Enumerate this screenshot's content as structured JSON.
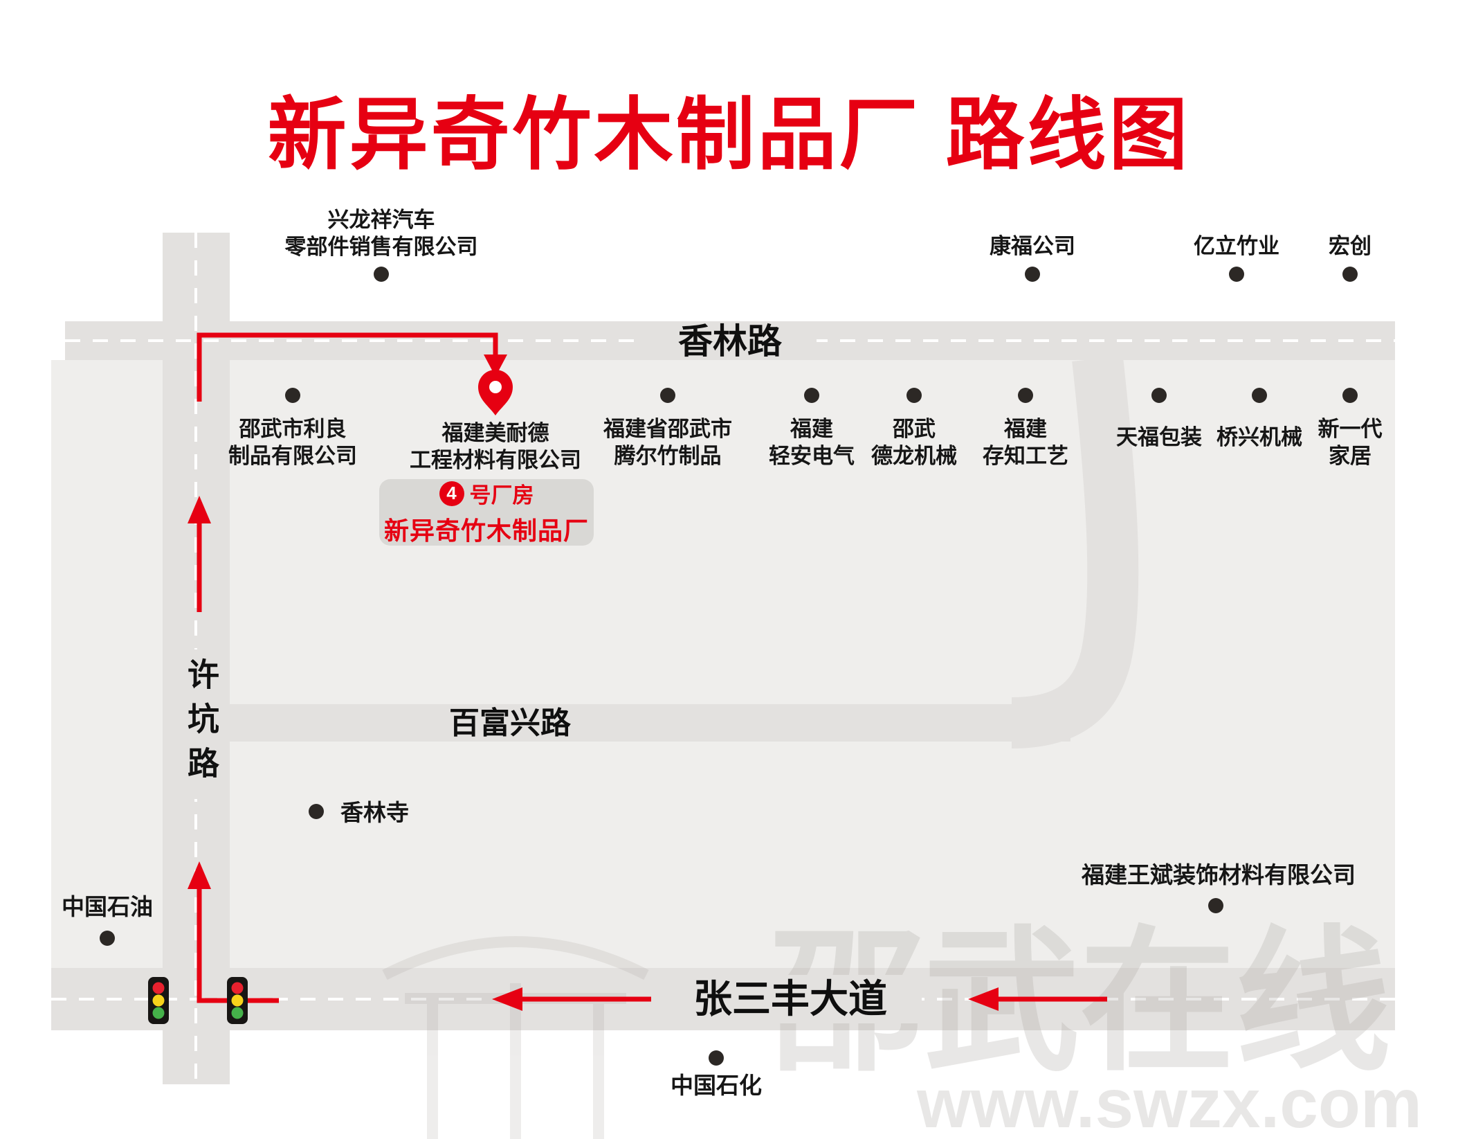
{
  "title": "新异奇竹木制品厂 路线图",
  "colors": {
    "accent_red": "#e60012",
    "road_gray": "#e3e1df",
    "block_gray": "#efeeec",
    "traffic_red": "#e8212e",
    "traffic_yellow": "#f7d31b",
    "traffic_green": "#45b24a"
  },
  "roads": {
    "xianglin": "香林路",
    "xukeng": "许坑路",
    "baifuxing": "百富兴路",
    "zhangsanfeng": "张三丰大道"
  },
  "destination": {
    "badge_number": "4",
    "suffix": "号厂房",
    "name": "新异奇竹木制品厂"
  },
  "pois": {
    "xinglongxiang": {
      "line1": "兴龙祥汽车",
      "line2": "零部件销售有限公司"
    },
    "kangfu": "康福公司",
    "yili": "亿立竹业",
    "hongchuang": "宏创",
    "liliang": {
      "line1": "邵武市利良",
      "line2": "制品有限公司"
    },
    "meinaide": {
      "line1": "福建美耐德",
      "line2": "工程材料有限公司"
    },
    "tenger": {
      "line1": "福建省邵武市",
      "line2": "腾尔竹制品"
    },
    "qingan": {
      "line1": "福建",
      "line2": "轻安电气"
    },
    "delong": {
      "line1": "邵武",
      "line2": "德龙机械"
    },
    "cunzhi": {
      "line1": "福建",
      "line2": "存知工艺"
    },
    "tianfu": "天福包装",
    "qiaoxing": "桥兴机械",
    "xinyidai": {
      "line1": "新一代",
      "line2": "家居"
    },
    "xianglinsi": "香林寺",
    "zhongguoshiyou": "中国石油",
    "wangbin": "福建王斌装饰材料有限公司",
    "zhongguoshihua": "中国石化"
  },
  "icons": {
    "destination_pin": "location-pin",
    "traffic_light": "traffic-light"
  },
  "watermark": {
    "text": "邵武在线",
    "url": "www.swzx.com"
  }
}
